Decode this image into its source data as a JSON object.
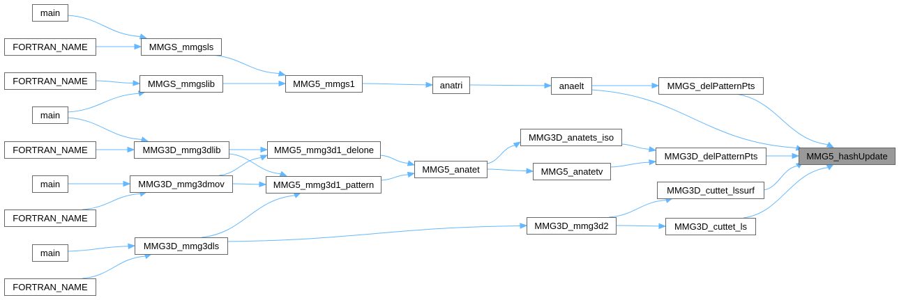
{
  "graph": {
    "root": "n_hash",
    "nodes": [
      {
        "id": "n_main1",
        "label": "main"
      },
      {
        "id": "n_fn1",
        "label": "FORTRAN_NAME"
      },
      {
        "id": "n_fn2",
        "label": "FORTRAN_NAME"
      },
      {
        "id": "n_main2",
        "label": "main"
      },
      {
        "id": "n_fn3",
        "label": "FORTRAN_NAME"
      },
      {
        "id": "n_main3",
        "label": "main"
      },
      {
        "id": "n_fn4",
        "label": "FORTRAN_NAME"
      },
      {
        "id": "n_main4",
        "label": "main"
      },
      {
        "id": "n_fn5",
        "label": "FORTRAN_NAME"
      },
      {
        "id": "n_mmgsls",
        "label": "MMGS_mmgsls"
      },
      {
        "id": "n_mmgslib",
        "label": "MMGS_mmgslib"
      },
      {
        "id": "n_3dlib",
        "label": "MMG3D_mmg3dlib"
      },
      {
        "id": "n_3dmov",
        "label": "MMG3D_mmg3dmov"
      },
      {
        "id": "n_3dls",
        "label": "MMG3D_mmg3dls"
      },
      {
        "id": "n_mmgs1",
        "label": "MMG5_mmgs1"
      },
      {
        "id": "n_delone",
        "label": "MMG5_mmg3d1_delone"
      },
      {
        "id": "n_pattern",
        "label": "MMG5_mmg3d1_pattern"
      },
      {
        "id": "n_anatri",
        "label": "anatri"
      },
      {
        "id": "n_anatet",
        "label": "MMG5_anatet"
      },
      {
        "id": "n_anaelt",
        "label": "anaelt"
      },
      {
        "id": "n_anaiso",
        "label": "MMG3D_anatets_iso"
      },
      {
        "id": "n_anatetv",
        "label": "MMG5_anatetv"
      },
      {
        "id": "n_3d2",
        "label": "MMG3D_mmg3d2"
      },
      {
        "id": "n_gsdel",
        "label": "MMGS_delPatternPts"
      },
      {
        "id": "n_3ddel",
        "label": "MMG3D_delPatternPts"
      },
      {
        "id": "n_lssurf",
        "label": "MMG3D_cuttet_lssurf"
      },
      {
        "id": "n_cutls",
        "label": "MMG3D_cuttet_ls"
      },
      {
        "id": "n_hash",
        "label": "MMG5_hashUpdate"
      }
    ],
    "edges": [
      {
        "from": "n_main1",
        "to": "n_mmgsls"
      },
      {
        "from": "n_fn1",
        "to": "n_mmgsls"
      },
      {
        "from": "n_fn2",
        "to": "n_mmgslib"
      },
      {
        "from": "n_main2",
        "to": "n_mmgslib"
      },
      {
        "from": "n_main2",
        "to": "n_3dlib"
      },
      {
        "from": "n_fn3",
        "to": "n_3dlib"
      },
      {
        "from": "n_main3",
        "to": "n_3dmov"
      },
      {
        "from": "n_fn4",
        "to": "n_3dmov"
      },
      {
        "from": "n_main4",
        "to": "n_3dls"
      },
      {
        "from": "n_fn5",
        "to": "n_3dls"
      },
      {
        "from": "n_mmgsls",
        "to": "n_mmgs1"
      },
      {
        "from": "n_mmgslib",
        "to": "n_mmgs1"
      },
      {
        "from": "n_3dlib",
        "to": "n_delone"
      },
      {
        "from": "n_3dlib",
        "to": "n_pattern"
      },
      {
        "from": "n_3dmov",
        "to": "n_delone"
      },
      {
        "from": "n_3dmov",
        "to": "n_pattern"
      },
      {
        "from": "n_3dls",
        "to": "n_pattern"
      },
      {
        "from": "n_3dls",
        "to": "n_3d2"
      },
      {
        "from": "n_mmgs1",
        "to": "n_anatri"
      },
      {
        "from": "n_delone",
        "to": "n_anatet"
      },
      {
        "from": "n_pattern",
        "to": "n_anatet"
      },
      {
        "from": "n_anatri",
        "to": "n_anaelt"
      },
      {
        "from": "n_anatet",
        "to": "n_anaiso"
      },
      {
        "from": "n_anatet",
        "to": "n_anatetv"
      },
      {
        "from": "n_anaelt",
        "to": "n_gsdel"
      },
      {
        "from": "n_anaelt",
        "to": "n_hash"
      },
      {
        "from": "n_anaiso",
        "to": "n_3ddel"
      },
      {
        "from": "n_anatetv",
        "to": "n_3ddel"
      },
      {
        "from": "n_3d2",
        "to": "n_lssurf"
      },
      {
        "from": "n_3d2",
        "to": "n_cutls"
      },
      {
        "from": "n_gsdel",
        "to": "n_hash"
      },
      {
        "from": "n_3ddel",
        "to": "n_hash"
      },
      {
        "from": "n_lssurf",
        "to": "n_hash"
      },
      {
        "from": "n_cutls",
        "to": "n_hash"
      }
    ]
  },
  "colors": {
    "edge": "#63b8ff",
    "node_border": "#666666",
    "node_fill": "#ffffff",
    "root_fill": "#999999"
  }
}
